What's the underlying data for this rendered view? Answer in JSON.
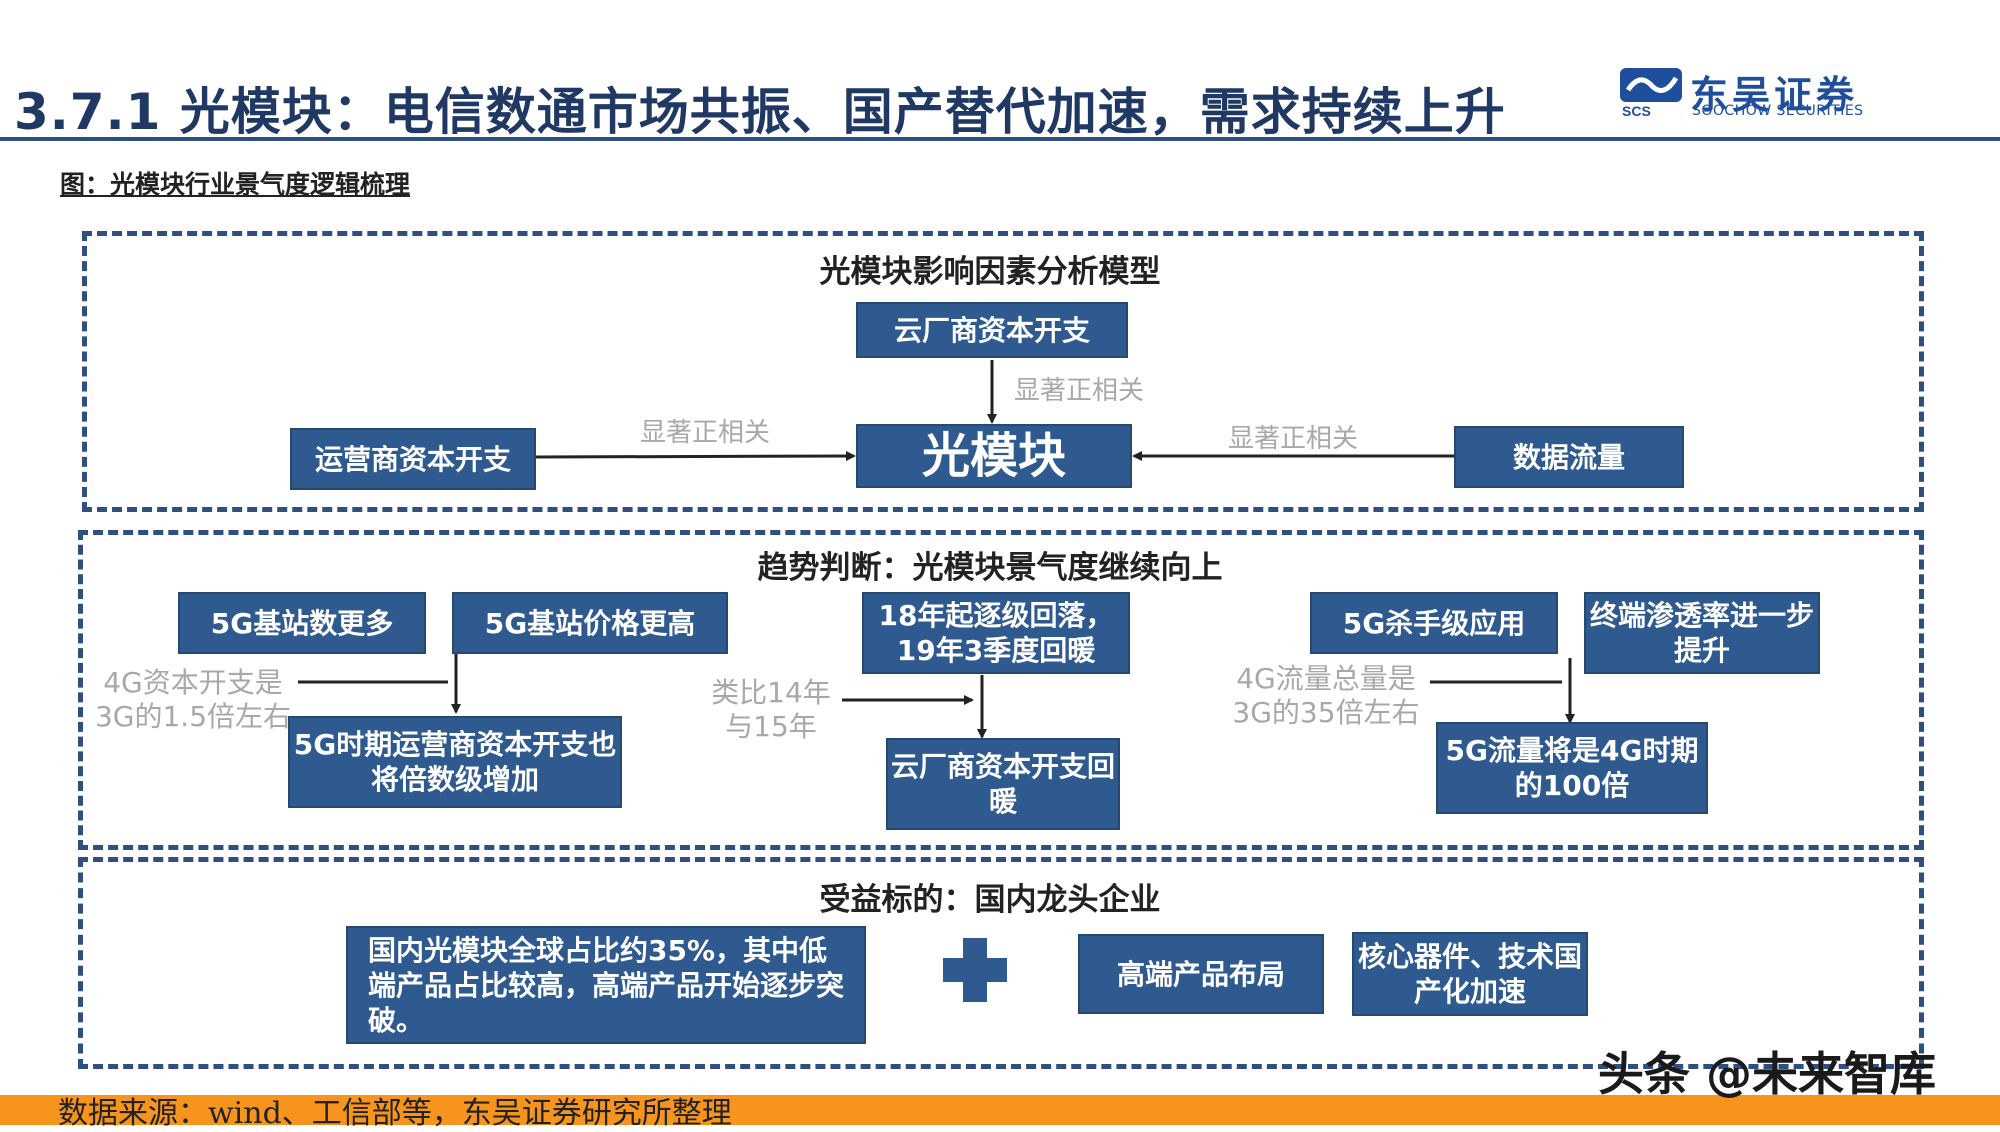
{
  "header": {
    "title": "3.7.1 光模块：电信数通市场共振、国产替代加速，需求持续上升",
    "logo_name": "东吴证券",
    "logo_sub": "SOOCHOW SECURITIES",
    "logo_mark": "SCS"
  },
  "caption": "图：光模块行业景气度逻辑梳理",
  "section1": {
    "title": "光模块影响因素分析模型",
    "cloud_capex": "云厂商资本开支",
    "center": "光模块",
    "operator_capex": "运营商资本开支",
    "data_traffic": "数据流量",
    "corr_top": "显著正相关",
    "corr_left": "显著正相关",
    "corr_right": "显著正相关"
  },
  "section2": {
    "title": "趋势判断：光模块景气度继续向上",
    "g5_stations": "5G基站数更多",
    "g5_price": "5G基站价格更高",
    "note_left": "4G资本开支是3G的1.5倍左右",
    "g5_operator": "5G时期运营商资本开支也将倍数级增加",
    "decline": "18年起逐级回落，19年3季度回暖",
    "note_mid": "类比14年与15年",
    "cloud_recover": "云厂商资本开支回暖",
    "killer_app": "5G杀手级应用",
    "terminal": "终端渗透率进一步提升",
    "note_right": "4G流量总量是3G的35倍左右",
    "traffic_100x": "5G流量将是4G时期的100倍"
  },
  "section3": {
    "title": "受益标的：国内龙头企业",
    "share": "国内光模块全球占比约35%，其中低端产品占比较高，高端产品开始逐步突破。",
    "highend": "高端产品布局",
    "core": "核心器件、技术国产化加速"
  },
  "footer": {
    "source": "数据来源：wind、工信部等，东吴证券研究所整理",
    "watermark": "头条 @未来智库"
  },
  "colors": {
    "box": "#2f5a8f",
    "title": "#1f3864",
    "footer_bar": "#f7941d",
    "note": "#a8a8a8"
  }
}
